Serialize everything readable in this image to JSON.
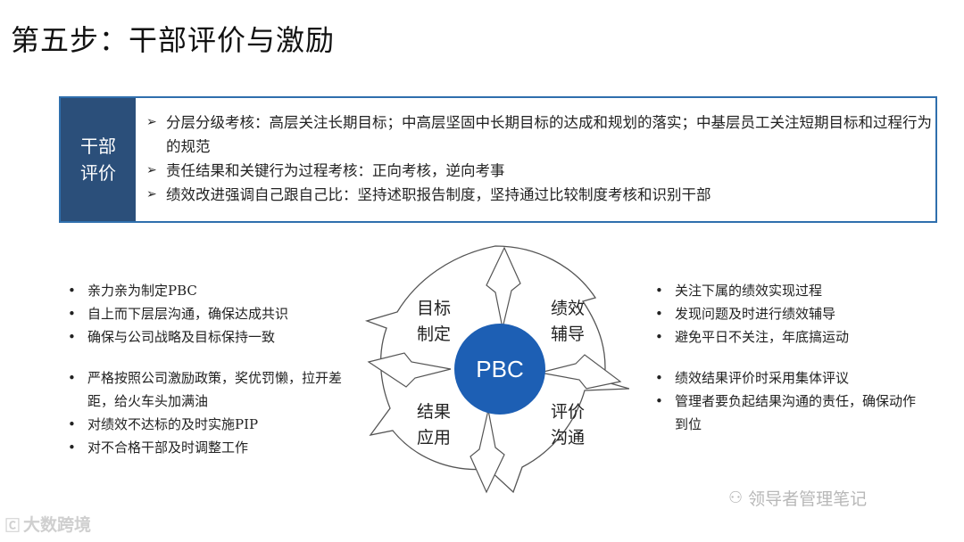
{
  "title": "第五步：干部评价与激励",
  "evaluation": {
    "label_line1": "干部",
    "label_line2": "评价",
    "bullets": [
      "分层分级考核：高层关注长期目标；中高层坚固中长期目标的达成和规划的落实；中基层员工关注短期目标和过程行为的规范",
      "责任结果和关键行为过程考核：正向考核，逆向考事",
      "绩效改进强调自己跟自己比：坚持述职报告制度，坚持通过比较制度考核和识别干部"
    ]
  },
  "cycle": {
    "center": "PBC",
    "quadrants": {
      "top_left": [
        "目标",
        "制定"
      ],
      "top_right": [
        "绩效",
        "辅导"
      ],
      "bottom_left": [
        "结果",
        "应用"
      ],
      "bottom_right": [
        "评价",
        "沟通"
      ]
    },
    "colors": {
      "center_fill": "#1d5fb4",
      "outline": "#555555"
    }
  },
  "left_list": {
    "group1": [
      "亲力亲为制定PBC",
      "自上而下层层沟通，确保达成共识",
      "确保与公司战略及目标保持一致"
    ],
    "group2": [
      "严格按照公司激励政策，奖优罚懒，拉开差距，给火车头加满油",
      "对绩效不达标的及时实施PIP",
      "对不合格干部及时调整工作"
    ]
  },
  "right_list": {
    "group1": [
      "关注下属的绩效实现过程",
      "发现问题及时进行绩效辅导",
      "避免平日不关注，年底搞运动"
    ],
    "group2": [
      "绩效结果评价时采用集体评议",
      "管理者要负起结果沟通的责任，确保动作到位"
    ]
  },
  "watermarks": {
    "left": "大数跨境",
    "right": "领导者管理笔记"
  },
  "icons": {
    "bullet_arrow": "arrow-bullet-icon",
    "list_dot": "dot-bullet-icon"
  }
}
